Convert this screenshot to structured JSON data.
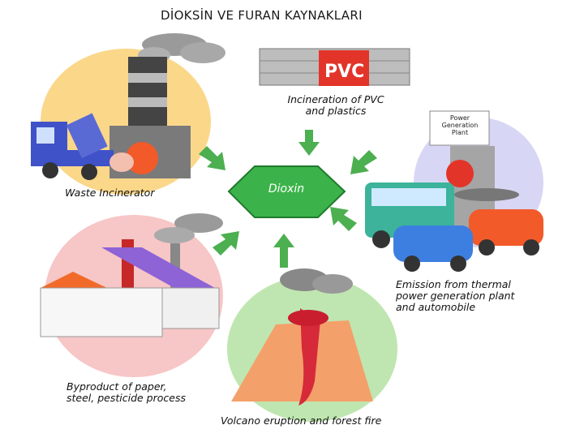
{
  "title": "DİOKSİN VE FURAN KAYNAKLARI",
  "center": "Dioxin",
  "sources": {
    "pvc": "Incineration of PVC\nand plastics",
    "waste": "Waste Incinerator",
    "thermal": "Emission from thermal\npower generation plant\nand automobile",
    "industry": "Byproduct of paper,\nsteel, pesticide process",
    "volcano": "Volcano eruption and forest fire"
  },
  "pvc_sign": "PVC",
  "power_sign": "Power\nGeneration\nPlant",
  "colors": {
    "dioxin": "#3cb34a",
    "arrow": "#4caf50",
    "waste_bg": "#fbd78a",
    "thermal_bg": "#d8d6f5",
    "industry_bg": "#f7c6c6",
    "volcano_bg": "#bfe6b0",
    "pvc_red": "#e3342a"
  },
  "icons": [
    "smoke-icon",
    "truck-icon",
    "factory-icon",
    "car-icon",
    "bus-icon",
    "volcano-icon",
    "pvc-pipes-icon"
  ]
}
